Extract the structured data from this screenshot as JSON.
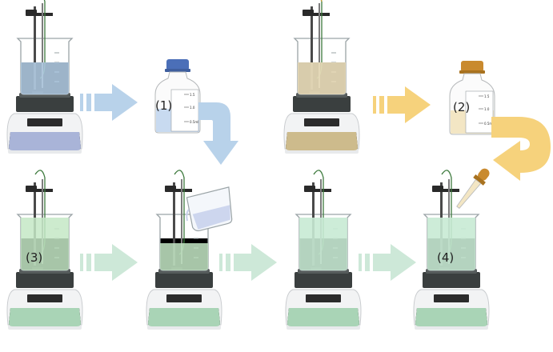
{
  "labels": {
    "step1": "(1)",
    "step2": "(2)",
    "step3": "(3)",
    "step4": "(4)"
  },
  "bottle_marks": {
    "bottle1": [
      "1.5",
      "1.0",
      "0.5ml"
    ],
    "bottle2": [
      "1.5",
      "1.0",
      "0.5ml"
    ]
  },
  "colors": {
    "blue_liquid": "#b9d4ec",
    "blue_base": "#a9b4d8",
    "blue_arrow": "#b8d2ea",
    "yellow_liquid": "#efe2bf",
    "yellow_base": "#cdbb8c",
    "yellow_arrow": "#f6d27c",
    "green_liquid": "#c4e8c6",
    "green_base": "#a9d4b6",
    "green_arrow": "#cde8d8",
    "dark": "#2f3a3a"
  },
  "icons": [
    "magnetic-stirrer-icon",
    "beaker-icon",
    "reagent-bottle-icon",
    "dropper-icon",
    "pouring-beaker-icon",
    "flow-arrow-icon"
  ]
}
